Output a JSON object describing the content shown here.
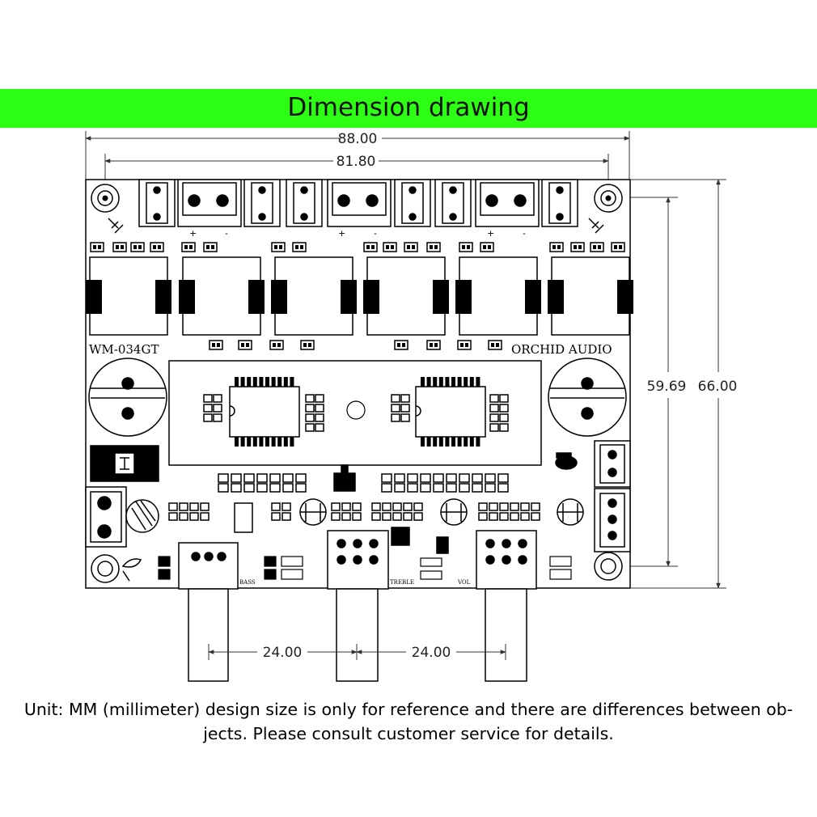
{
  "header": {
    "title": "Dimension drawing"
  },
  "dimensions": {
    "overall_width": "88.00",
    "hole_spacing_width": "81.80",
    "hole_spacing_height": "59.69",
    "overall_height": "66.00",
    "pot_spacing_left": "24.00",
    "pot_spacing_right": "24.00"
  },
  "board": {
    "model": "WM-034GT",
    "brand": "ORCHID AUDIO",
    "knob_bass": "BASS",
    "knob_treble": "TREBLE",
    "knob_volume": "VOL"
  },
  "caption": {
    "line1": "Unit: MM (millimeter) design size is only for reference and there are differences between ob-",
    "line2": "jects. Please consult customer service for details."
  },
  "colors": {
    "banner": "#2dff14",
    "ink": "#000000"
  }
}
